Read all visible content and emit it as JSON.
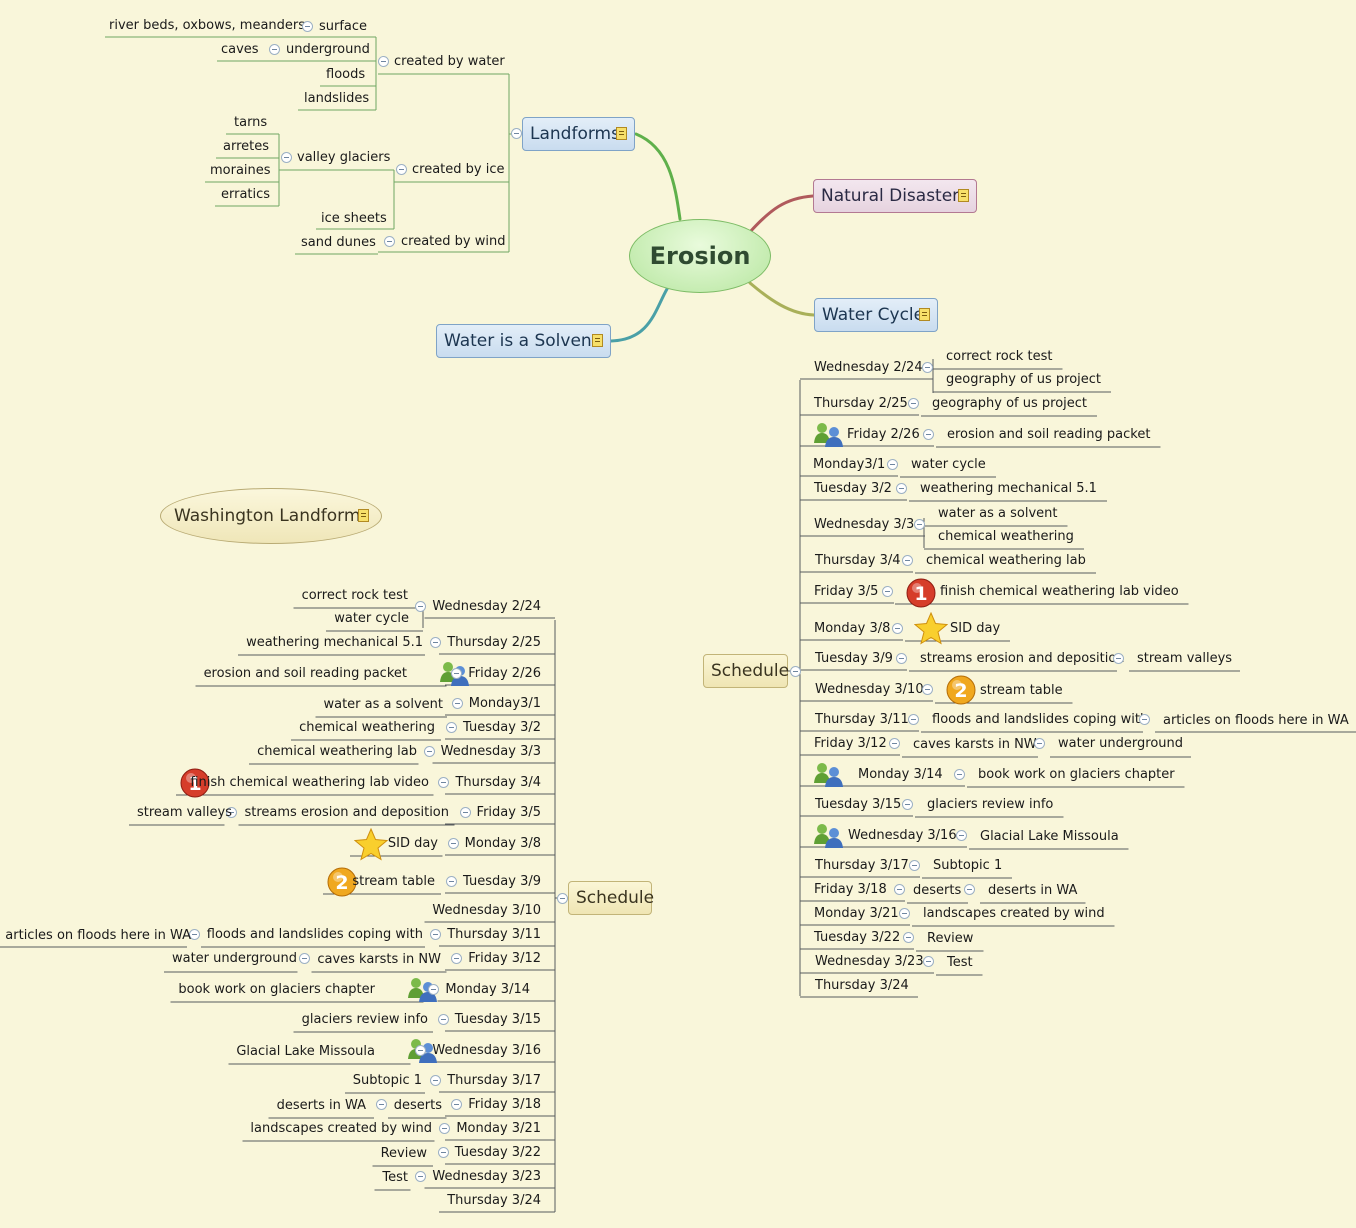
{
  "central": "Erosion",
  "floating_topic": "Washington Landforms",
  "landforms": {
    "title": "Landforms",
    "created_by_water": "created by water",
    "surface": "surface",
    "river_beds": "river beds, oxbows, meanders",
    "underground": "underground",
    "caves": "caves",
    "floods": "floods",
    "landslides": "landslides",
    "created_by_ice": "created by ice",
    "valley_glaciers": "valley glaciers",
    "tarns": "tarns",
    "arretes": "arretes",
    "moraines": "moraines",
    "erratics": "erratics",
    "ice_sheets": "ice sheets",
    "created_by_wind": "created by wind",
    "sand_dunes": "sand dunes"
  },
  "natural_disasters": "Natural Disasters",
  "water_cycle": "Water Cycle",
  "water_is_a_solvent": "Water is a Solvent",
  "schedule_right": {
    "title": "Schedule",
    "days": [
      {
        "day": "Wednesday 2/24",
        "items": [
          "correct rock test",
          "geography of us project"
        ]
      },
      {
        "day": "Thursday 2/25",
        "items": [
          "geography of us project"
        ]
      },
      {
        "day": "Friday 2/26",
        "icon": "people-icon",
        "items": [
          "erosion and soil reading packet"
        ]
      },
      {
        "day": "Monday3/1",
        "items": [
          "water cycle"
        ]
      },
      {
        "day": "Tuesday 3/2",
        "items": [
          "weathering mechanical 5.1"
        ]
      },
      {
        "day": "Wednesday 3/3",
        "items": [
          "water as a solvent",
          "chemical weathering"
        ]
      },
      {
        "day": "Thursday 3/4",
        "items": [
          "chemical weathering lab"
        ]
      },
      {
        "day": "Friday 3/5",
        "icon": "priority-1-icon",
        "items": [
          "finish chemical weathering lab video"
        ]
      },
      {
        "day": "Monday 3/8",
        "icon": "star-icon",
        "items": [
          "SID day"
        ]
      },
      {
        "day": "Tuesday 3/9",
        "items": [
          "streams erosion and deposition"
        ],
        "sub": "stream valleys"
      },
      {
        "day": "Wednesday 3/10",
        "icon": "priority-2-icon",
        "items": [
          "stream table"
        ]
      },
      {
        "day": "Thursday 3/11",
        "items": [
          "floods  and landslides coping with"
        ],
        "sub": "articles on floods here in WA"
      },
      {
        "day": "Friday 3/12",
        "items": [
          "caves karsts in NW"
        ],
        "sub": "water underground"
      },
      {
        "day": "Monday 3/14",
        "icon": "people-icon",
        "items": [
          "book work on glaciers chapter"
        ]
      },
      {
        "day": "Tuesday 3/15",
        "items": [
          "glaciers review info"
        ]
      },
      {
        "day": "Wednesday 3/16",
        "icon": "people-icon",
        "items": [
          "Glacial Lake Missoula"
        ]
      },
      {
        "day": "Thursday 3/17",
        "items": [
          "Subtopic 1"
        ]
      },
      {
        "day": "Friday 3/18",
        "items": [
          "deserts"
        ],
        "sub": "deserts in WA"
      },
      {
        "day": "Monday 3/21",
        "items": [
          "landscapes created by wind"
        ]
      },
      {
        "day": "Tuesday 3/22",
        "items": [
          "Review"
        ]
      },
      {
        "day": "Wednesday 3/23",
        "items": [
          "Test"
        ]
      },
      {
        "day": "Thursday 3/24",
        "items": []
      }
    ]
  },
  "schedule_left": {
    "title": "Schedule",
    "days": [
      {
        "day": "Wednesday 2/24",
        "items": [
          "correct rock test",
          "water cycle"
        ]
      },
      {
        "day": "Thursday 2/25",
        "items": [
          "weathering mechanical 5.1"
        ]
      },
      {
        "day": "Friday 2/26",
        "icon": "people-icon",
        "items": [
          "erosion and soil reading packet"
        ]
      },
      {
        "day": "Monday3/1",
        "items": [
          "water as a solvent"
        ]
      },
      {
        "day": "Tuesday 3/2",
        "items": [
          "chemical weathering"
        ]
      },
      {
        "day": "Wednesday 3/3",
        "items": [
          "chemical weathering lab"
        ]
      },
      {
        "day": "Thursday 3/4",
        "icon": "priority-1-icon",
        "items": [
          "finish chemical weathering lab video"
        ]
      },
      {
        "day": "Friday 3/5",
        "items": [
          "streams erosion and deposition"
        ],
        "sub": "stream valleys"
      },
      {
        "day": "Monday 3/8",
        "icon": "star-icon",
        "items": [
          "SID day"
        ]
      },
      {
        "day": "Tuesday 3/9",
        "icon": "priority-2-icon",
        "items": [
          "stream table"
        ]
      },
      {
        "day": "Wednesday 3/10",
        "items": []
      },
      {
        "day": "Thursday 3/11",
        "items": [
          "floods  and landslides coping with"
        ],
        "sub": "articles on floods here in WA"
      },
      {
        "day": "Friday 3/12",
        "items": [
          "caves karsts in NW"
        ],
        "sub": "water underground"
      },
      {
        "day": "Monday 3/14",
        "icon": "people-icon",
        "items": [
          "book work on glaciers chapter"
        ]
      },
      {
        "day": "Tuesday 3/15",
        "items": [
          "glaciers review info"
        ]
      },
      {
        "day": "Wednesday 3/16",
        "icon": "people-icon",
        "items": [
          "Glacial Lake Missoula"
        ]
      },
      {
        "day": "Thursday 3/17",
        "items": [
          "Subtopic 1"
        ]
      },
      {
        "day": "Friday 3/18",
        "items": [
          "deserts"
        ],
        "sub": "deserts in WA"
      },
      {
        "day": "Monday 3/21",
        "items": [
          "landscapes created by wind"
        ]
      },
      {
        "day": "Tuesday 3/22",
        "items": [
          "Review"
        ]
      },
      {
        "day": "Wednesday 3/23",
        "items": [
          "Test"
        ]
      },
      {
        "day": "Thursday 3/24",
        "items": []
      }
    ]
  }
}
